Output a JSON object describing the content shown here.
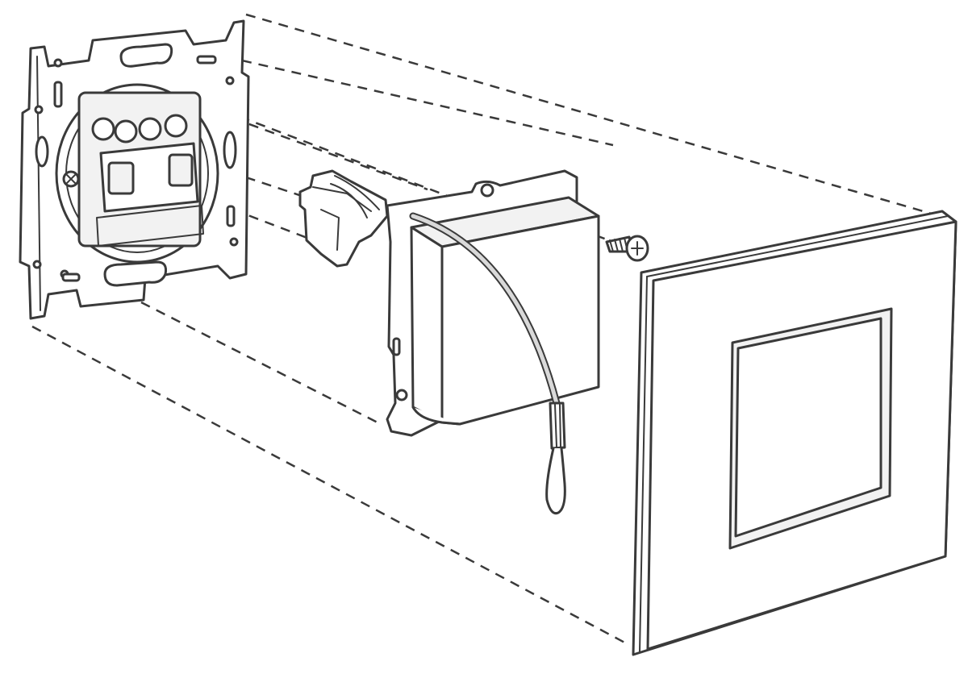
{
  "diagram": {
    "type": "exploded-assembly",
    "colors": {
      "stroke": "#3a3a3a",
      "fill": "#ffffff",
      "shade": "#f2f2f2",
      "cable": "#d9d9d9"
    },
    "parts": [
      {
        "id": "mounting-plate",
        "icon": "wall-mount-plate-with-switch-insert"
      },
      {
        "id": "connector-clip",
        "icon": "plastic-clip"
      },
      {
        "id": "module-box",
        "icon": "electronics-module-with-antenna-wire"
      },
      {
        "id": "screw",
        "icon": "phillips-screw"
      },
      {
        "id": "cover-frame",
        "icon": "square-cover-frame"
      }
    ],
    "guide_lines": "dashed"
  }
}
